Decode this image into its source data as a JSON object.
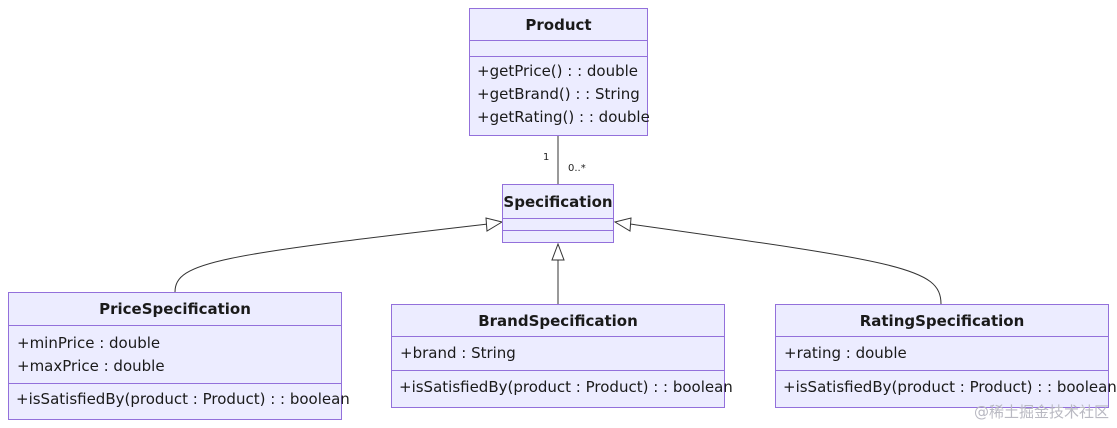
{
  "classes": {
    "product": {
      "name": "Product",
      "attributes": [],
      "methods": [
        "+getPrice() : : double",
        "+getBrand() : : String",
        "+getRating() : : double"
      ]
    },
    "specification": {
      "name": "Specification",
      "attributes": [],
      "methods": []
    },
    "price_spec": {
      "name": "PriceSpecification",
      "attributes": [
        "+minPrice : double",
        "+maxPrice : double"
      ],
      "methods": [
        "+isSatisfiedBy(product : Product) : : boolean"
      ]
    },
    "brand_spec": {
      "name": "BrandSpecification",
      "attributes": [
        "+brand : String"
      ],
      "methods": [
        "+isSatisfiedBy(product : Product) : : boolean"
      ]
    },
    "rating_spec": {
      "name": "RatingSpecification",
      "attributes": [
        "+rating : double"
      ],
      "methods": [
        "+isSatisfiedBy(product : Product) : : boolean"
      ]
    }
  },
  "association": {
    "from_multiplicity": "1",
    "to_multiplicity": "0..*"
  },
  "watermark": "@稀土掘金技术社区",
  "colors": {
    "fill": "#ECECFF",
    "border": "#9370DB",
    "line": "#333333"
  }
}
